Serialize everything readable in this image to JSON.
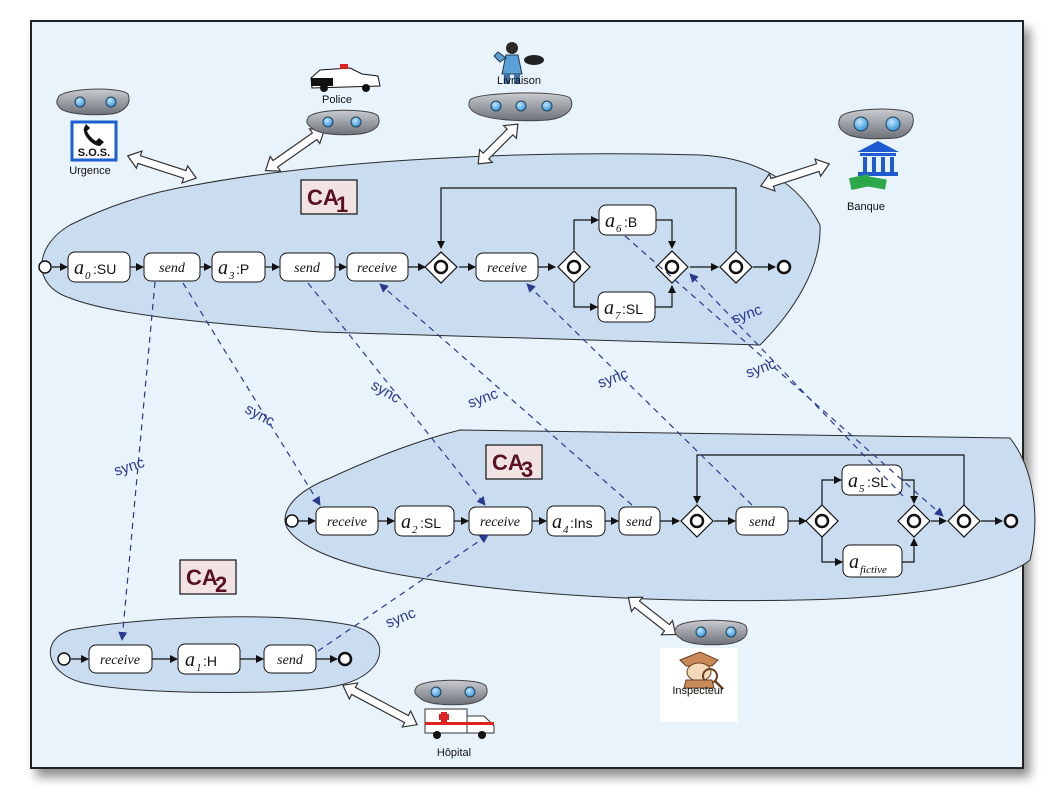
{
  "ca_labels": {
    "ca1": "CA",
    "ca1_sub": "1",
    "ca2": "CA",
    "ca2_sub": "2",
    "ca3": "CA",
    "ca3_sub": "3"
  },
  "ca1": {
    "a0_name": "a",
    "a0_sub": "0",
    "a0_type": ":SU",
    "send1": "send",
    "a3_name": "a",
    "a3_sub": "3",
    "a3_type": ":P",
    "send2": "send",
    "receive1": "receive",
    "receive2": "receive",
    "a6_name": "a",
    "a6_sub": "6",
    "a6_type": ":B",
    "a7_name": "a",
    "a7_sub": "7",
    "a7_type": ":SL"
  },
  "ca2": {
    "receive": "receive",
    "a1_name": "a",
    "a1_sub": "1",
    "a1_type": ":H",
    "send": "send"
  },
  "ca3": {
    "receive1": "receive",
    "a2_name": "a",
    "a2_sub": "2",
    "a2_type": ":SL",
    "receive2": "receive",
    "a4_name": "a",
    "a4_sub": "4",
    "a4_type": ":Ins",
    "send1": "send",
    "send2": "send",
    "a5_name": "a",
    "a5_sub": "5",
    "a5_type": ":SL",
    "af_name": "a",
    "af_sub": "fictive"
  },
  "sync_label": "sync",
  "actors": {
    "urgence": "Urgence",
    "sos": "S.O.S.",
    "police": "Police",
    "livraison": "Livraison",
    "banque": "Banque",
    "hopital": "Hôpital",
    "inspecteur": "Inspecteur"
  },
  "colors": {
    "background": "#e9f3fb",
    "region_fill": "#c9dcf0",
    "sync_line": "#2a3a8f",
    "ca_label": "#5a0f22"
  }
}
